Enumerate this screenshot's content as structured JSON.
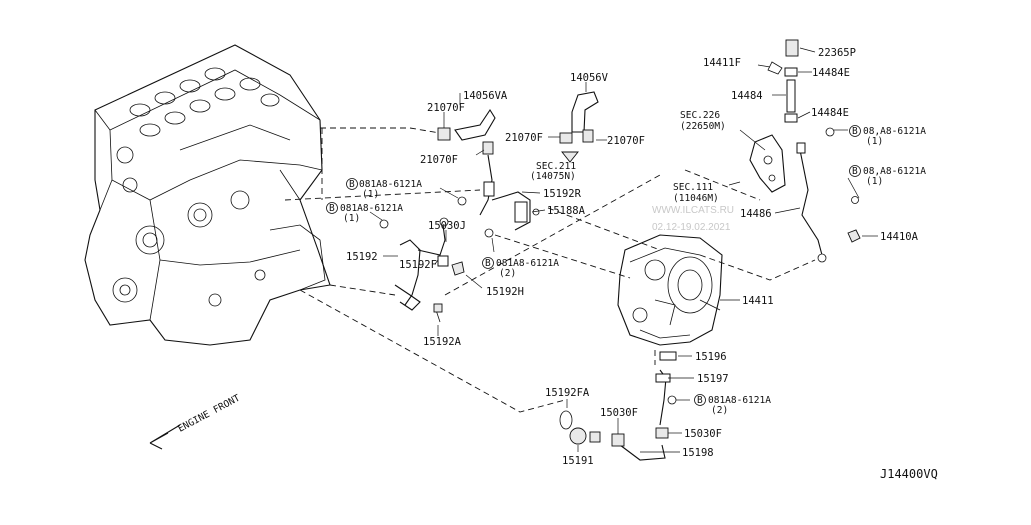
{
  "labels": {
    "p22365p": "22365P",
    "p14411f": "14411F",
    "p14484e_top": "14484E",
    "p14484": "14484",
    "p14484e_mid": "14484E",
    "sec226_a": "SEC.226",
    "sec226_b": "(22650M)",
    "bolt_081a8_r1_a": "08,A8-6121A",
    "bolt_081a8_r1_b": "(1)",
    "bolt_081a8_r2_a": "08,A8-6121A",
    "bolt_081a8_r2_b": "(1)",
    "sec111_a": "SEC.111",
    "sec111_b": "(11046M)",
    "p14486": "14486",
    "p14410a": "14410A",
    "p14056v": "14056V",
    "p14056va": "14056VA",
    "p21070f_a": "21070F",
    "p21070f_b": "21070F",
    "p21070f_c": "21070F",
    "p21070f_d": "21070F",
    "sec211_a": "SEC.211",
    "sec211_b": "(14075N)",
    "bolt_081a8_c_a": "081A8-6121A",
    "bolt_081a8_c_b": "(1)",
    "bolt_081a8_l_a": "081A8-6121A",
    "bolt_081a8_l_b": "(1)",
    "p15192r": "15192R",
    "p15188a": "15188A",
    "p15030j": "15030J",
    "p15192": "15192",
    "p15192f": "15192F",
    "bolt_081a8_m_a": "081A8-6121A",
    "bolt_081a8_m_b": "(2)",
    "p15192h": "15192H",
    "p15192a": "15192A",
    "p14411": "14411",
    "p15196": "15196",
    "p15197": "15197",
    "bolt_081a8_b_a": "081A8-6121A",
    "bolt_081a8_b_b": "(2)",
    "p15192fa": "15192FA",
    "p15030f_a": "15030F",
    "p15030f_b": "15030F",
    "p15191": "15191",
    "p15198": "15198",
    "engine_front": "ENGINE FRONT",
    "bolt_marker": "B",
    "diagram_code": "J14400VQ"
  },
  "watermark": {
    "site": "WWW.ILCATS.RU",
    "date": "02.12-19.02.2021"
  }
}
